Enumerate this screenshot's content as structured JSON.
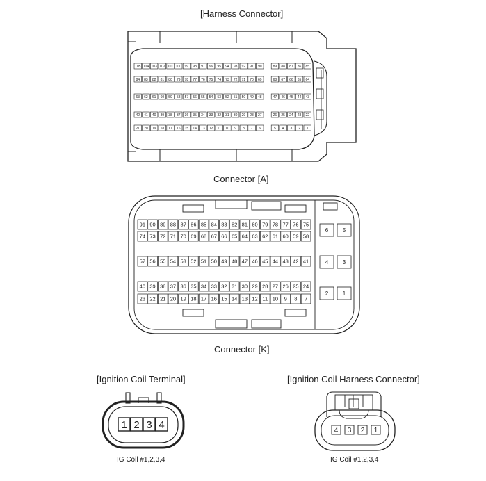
{
  "labels": {
    "harness_connector": "[Harness Connector]",
    "connector_a": "Connector [A]",
    "connector_k": "Connector [K]",
    "ignition_coil_terminal": "[Ignition Coil Terminal]",
    "ignition_coil_harness_connector": "[Ignition Coil Harness Connector]",
    "ig_coil_caption_left": "IG Coil #1,2,3,4",
    "ig_coil_caption_right": "IG Coil #1,2,3,4"
  },
  "harness_connector_pins": [
    [
      "105",
      "104",
      "103",
      "102",
      "101",
      "100",
      "99",
      "98",
      "97",
      "96",
      "95",
      "94",
      "93",
      "92",
      "91",
      "90",
      "89",
      "88",
      "87",
      "86",
      "85"
    ],
    [
      "84",
      "83",
      "82",
      "81",
      "80",
      "79",
      "78",
      "77",
      "76",
      "75",
      "74",
      "73",
      "72",
      "71",
      "70",
      "69",
      "68",
      "67",
      "66",
      "65",
      "64"
    ],
    [
      "63",
      "62",
      "61",
      "60",
      "59",
      "58",
      "57",
      "56",
      "55",
      "54",
      "53",
      "52",
      "51",
      "50",
      "49",
      "48",
      "47",
      "46",
      "45",
      "44",
      "43"
    ],
    [
      "42",
      "41",
      "40",
      "39",
      "38",
      "37",
      "36",
      "35",
      "34",
      "33",
      "32",
      "31",
      "30",
      "29",
      "28",
      "27",
      "26",
      "25",
      "24",
      "23",
      "22"
    ],
    [
      "21",
      "20",
      "19",
      "18",
      "17",
      "16",
      "15",
      "14",
      "13",
      "12",
      "11",
      "10",
      "9",
      "8",
      "7",
      "6",
      "5",
      "4",
      "3",
      "2",
      "1"
    ]
  ],
  "connector_k_main_rows": [
    [
      "91",
      "90",
      "89",
      "88",
      "87",
      "86",
      "85",
      "84",
      "83",
      "82",
      "81",
      "80",
      "79",
      "78",
      "77",
      "76",
      "75"
    ],
    [
      "74",
      "73",
      "72",
      "71",
      "70",
      "69",
      "68",
      "67",
      "66",
      "65",
      "64",
      "63",
      "62",
      "61",
      "60",
      "59",
      "58"
    ],
    [
      "57",
      "56",
      "55",
      "54",
      "53",
      "52",
      "51",
      "50",
      "49",
      "48",
      "47",
      "46",
      "45",
      "44",
      "43",
      "42",
      "41"
    ],
    [
      "40",
      "39",
      "38",
      "37",
      "36",
      "35",
      "34",
      "33",
      "32",
      "31",
      "30",
      "29",
      "28",
      "27",
      "26",
      "25",
      "24"
    ],
    [
      "23",
      "22",
      "21",
      "20",
      "19",
      "18",
      "17",
      "16",
      "15",
      "14",
      "13",
      "12",
      "11",
      "10",
      "9",
      "8",
      "7"
    ]
  ],
  "connector_k_large_pins": [
    [
      "6",
      "5"
    ],
    [
      "4",
      "3"
    ],
    [
      "2",
      "1"
    ]
  ],
  "ignition_coil_terminal_pins": [
    "1",
    "2",
    "3",
    "4"
  ],
  "ignition_coil_harness_pins": [
    "4",
    "3",
    "2",
    "1"
  ]
}
